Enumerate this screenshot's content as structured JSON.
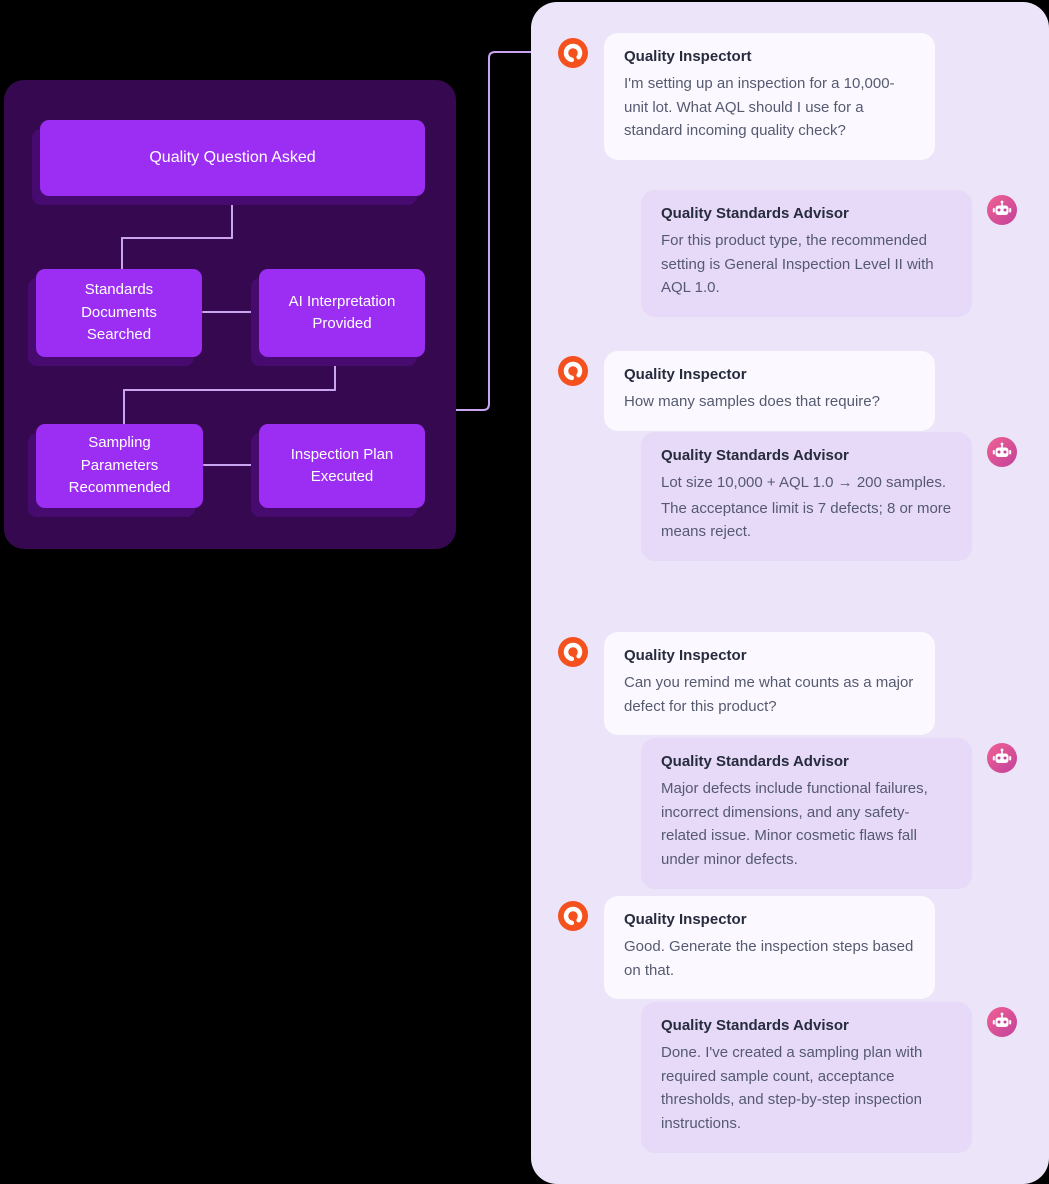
{
  "flowchart": {
    "root_label": "Quality Question Asked",
    "nodes": [
      {
        "label": "Standards Documents Searched"
      },
      {
        "label": "AI Interpretation Provided"
      },
      {
        "label": "Sampling Parameters Recommended"
      },
      {
        "label": "Inspection Plan Executed"
      }
    ]
  },
  "chat": {
    "messages": [
      {
        "role": "user",
        "sender": "Quality Inspectort",
        "text": "I'm setting up an inspection for a 10,000-unit lot. What AQL should I use for a standard incoming quality check?"
      },
      {
        "role": "assistant",
        "sender": "Quality Standards Advisor",
        "text": "For this product type, the recommended setting is General Inspection Level II with AQL 1.0."
      },
      {
        "role": "user",
        "sender": "Quality Inspector",
        "text": "How many samples does that require?"
      },
      {
        "role": "assistant",
        "sender": "Quality Standards Advisor",
        "text": "Lot size 10,000 + AQL 1.0 → 200 samples.",
        "text2": "The acceptance limit is 7 defects; 8 or more means reject."
      },
      {
        "role": "user",
        "sender": "Quality Inspector",
        "text": "Can you remind me what counts as a major defect for this product?"
      },
      {
        "role": "assistant",
        "sender": "Quality Standards Advisor",
        "text": "Major defects include functional failures, incorrect dimensions, and any safety-related issue. Minor cosmetic flaws fall under minor defects."
      },
      {
        "role": "user",
        "sender": "Quality Inspector",
        "text": "Good. Generate the inspection steps based on that."
      },
      {
        "role": "assistant",
        "sender": "Quality Standards Advisor",
        "text": "Done. I've created a sampling plan with required sample count, acceptance thresholds, and step-by-step inspection instructions."
      }
    ]
  },
  "icons": {
    "user_avatar_icon": "spiral-ring-logo",
    "advisor_avatar_icon": "robot-head"
  },
  "colors": {
    "page_background": "#000000",
    "flowchart_panel": "#36084F",
    "node_fill": "#9C2DF2",
    "node_shadow": "#470B70",
    "connector_line": "#C9A4F0",
    "chat_panel": "#ECE4F8",
    "user_bubble": "#FBF9FF",
    "advisor_bubble": "#E7D9F8",
    "user_avatar": "#F4511E",
    "advisor_avatar_start": "#F06292",
    "advisor_avatar_end": "#C2419B"
  }
}
